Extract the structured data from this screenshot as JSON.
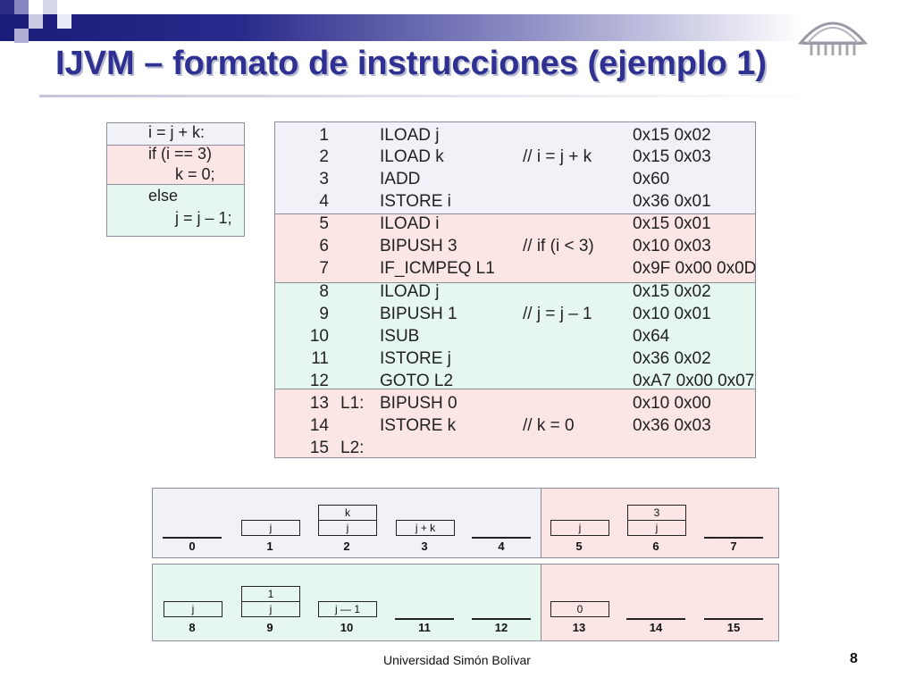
{
  "slide": {
    "title": "IJVM – formato de instrucciones (ejemplo 1)",
    "footer": "Universidad Simón Bolívar",
    "page_number": "8"
  },
  "source_code": [
    "i = j + k:",
    "if (i == 3)",
    "k = 0;",
    "else",
    "j = j – 1;"
  ],
  "listing": [
    {
      "n": "1",
      "label": "",
      "instr": "ILOAD j",
      "comment": "",
      "hex": "0x15 0x02"
    },
    {
      "n": "2",
      "label": "",
      "instr": "ILOAD k",
      "comment": "// i = j + k",
      "hex": "0x15 0x03"
    },
    {
      "n": "3",
      "label": "",
      "instr": "IADD",
      "comment": "",
      "hex": "0x60"
    },
    {
      "n": "4",
      "label": "",
      "instr": "ISTORE i",
      "comment": "",
      "hex": "0x36 0x01"
    },
    {
      "n": "5",
      "label": "",
      "instr": "ILOAD i",
      "comment": "",
      "hex": "0x15 0x01"
    },
    {
      "n": "6",
      "label": "",
      "instr": "BIPUSH 3",
      "comment": "// if (i < 3)",
      "hex": "0x10 0x03"
    },
    {
      "n": "7",
      "label": "",
      "instr": "IF_ICMPEQ L1",
      "comment": "",
      "hex": "0x9F 0x00 0x0D"
    },
    {
      "n": "8",
      "label": "",
      "instr": "ILOAD j",
      "comment": "",
      "hex": "0x15 0x02"
    },
    {
      "n": "9",
      "label": "",
      "instr": "BIPUSH 1",
      "comment": "// j = j – 1",
      "hex": "0x10 0x01"
    },
    {
      "n": "10",
      "label": "",
      "instr": "ISUB",
      "comment": "",
      "hex": "0x64"
    },
    {
      "n": "11",
      "label": "",
      "instr": "ISTORE j",
      "comment": "",
      "hex": "0x36 0x02"
    },
    {
      "n": "12",
      "label": "",
      "instr": "GOTO L2",
      "comment": "",
      "hex": "0xA7 0x00 0x07"
    },
    {
      "n": "13",
      "label": "L1:",
      "instr": "BIPUSH 0",
      "comment": "",
      "hex": "0x10 0x00"
    },
    {
      "n": "14",
      "label": "",
      "instr": "ISTORE k",
      "comment": "// k = 0",
      "hex": "0x36 0x03"
    },
    {
      "n": "15",
      "label": "L2:",
      "instr": "",
      "comment": "",
      "hex": ""
    }
  ],
  "stack_states": [
    {
      "label": "0",
      "cells": []
    },
    {
      "label": "1",
      "cells": [
        "j"
      ]
    },
    {
      "label": "2",
      "cells": [
        "k",
        "j"
      ]
    },
    {
      "label": "3",
      "cells": [
        "j + k"
      ]
    },
    {
      "label": "4",
      "cells": []
    },
    {
      "label": "5",
      "cells": [
        "j"
      ]
    },
    {
      "label": "6",
      "cells": [
        "3",
        "j"
      ]
    },
    {
      "label": "7",
      "cells": []
    },
    {
      "label": "8",
      "cells": [
        "j"
      ]
    },
    {
      "label": "9",
      "cells": [
        "1",
        "j"
      ]
    },
    {
      "label": "10",
      "cells": [
        "j — 1"
      ]
    },
    {
      "label": "11",
      "cells": []
    },
    {
      "label": "12",
      "cells": []
    },
    {
      "label": "13",
      "cells": [
        "0"
      ]
    },
    {
      "label": "14",
      "cells": []
    },
    {
      "label": "15",
      "cells": []
    }
  ],
  "colors": {
    "title": "#2e3192",
    "band_neutral": "#f1f1f8",
    "band_red": "#fbe5e5",
    "band_green": "#e5f7ee"
  },
  "icons": {
    "logo": "university-building-logo"
  }
}
